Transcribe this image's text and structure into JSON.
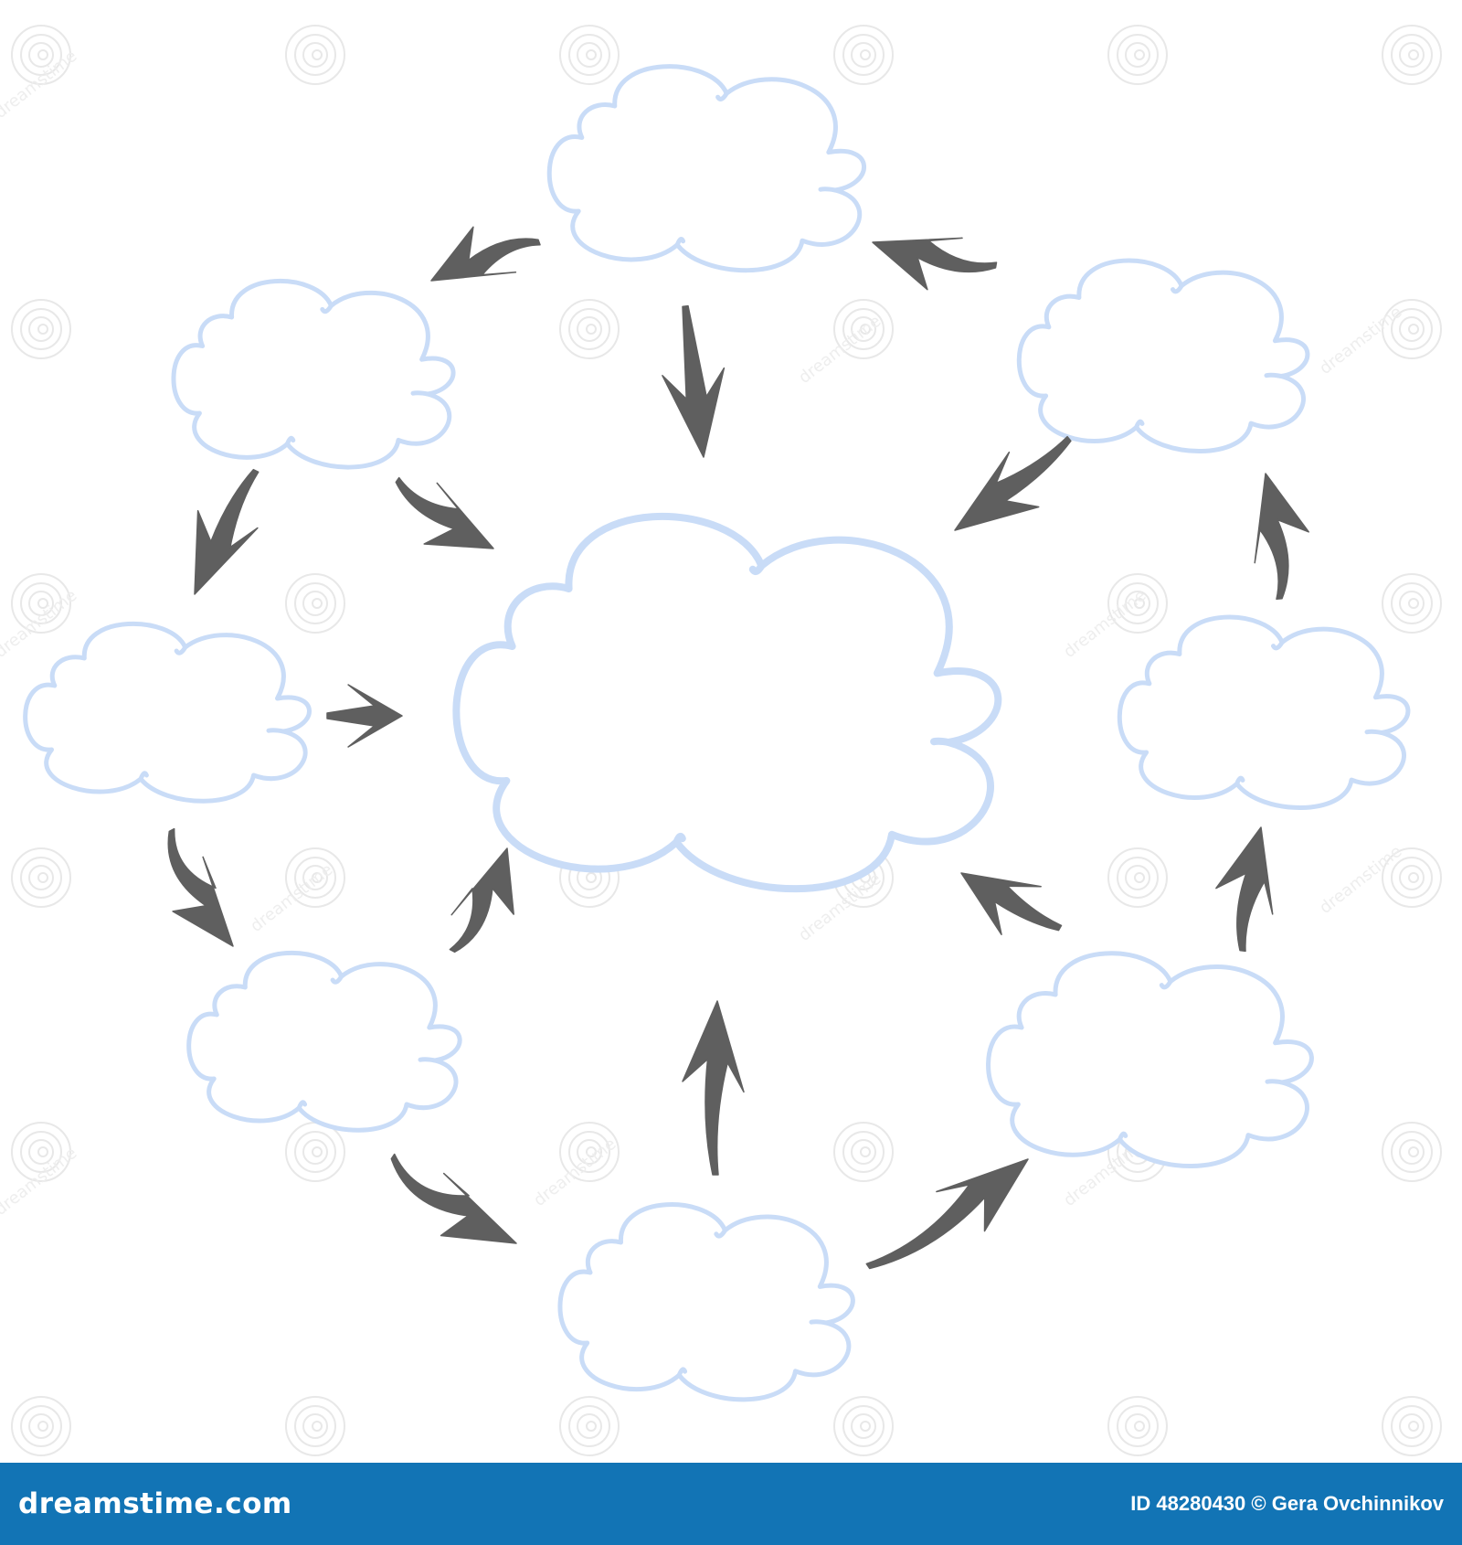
{
  "colors": {
    "cloud_outline": "#c9dcf7",
    "arrow_fill": "#5f5f5f",
    "background": "#ffffff",
    "footer_background": "#1274b5",
    "footer_text": "#ffffff",
    "watermark": "#e8e8e8"
  },
  "diagram": {
    "central_node": {
      "name": "center-cloud",
      "text": ""
    },
    "nodes": [
      {
        "name": "cloud-top",
        "text": ""
      },
      {
        "name": "cloud-upper-left",
        "text": ""
      },
      {
        "name": "cloud-upper-right",
        "text": ""
      },
      {
        "name": "cloud-left",
        "text": ""
      },
      {
        "name": "cloud-right",
        "text": ""
      },
      {
        "name": "cloud-lower-left",
        "text": ""
      },
      {
        "name": "cloud-lower-right",
        "text": ""
      },
      {
        "name": "cloud-bottom",
        "text": ""
      }
    ],
    "edges_to_center": [
      {
        "from": "cloud-top",
        "to": "center-cloud"
      },
      {
        "from": "cloud-upper-left",
        "to": "center-cloud"
      },
      {
        "from": "cloud-upper-right",
        "to": "center-cloud"
      },
      {
        "from": "cloud-left",
        "to": "center-cloud"
      },
      {
        "from": "cloud-lower-left",
        "to": "center-cloud"
      },
      {
        "from": "cloud-lower-right",
        "to": "center-cloud"
      },
      {
        "from": "cloud-bottom",
        "to": "center-cloud"
      }
    ],
    "cycle_edges": [
      {
        "from": "cloud-top",
        "to": "cloud-upper-left"
      },
      {
        "from": "cloud-upper-left",
        "to": "cloud-left"
      },
      {
        "from": "cloud-left",
        "to": "cloud-lower-left"
      },
      {
        "from": "cloud-lower-left",
        "to": "cloud-bottom"
      },
      {
        "from": "cloud-bottom",
        "to": "cloud-lower-right"
      },
      {
        "from": "cloud-lower-right",
        "to": "cloud-right"
      },
      {
        "from": "cloud-right",
        "to": "cloud-upper-right"
      },
      {
        "from": "cloud-upper-right",
        "to": "cloud-top"
      }
    ]
  },
  "watermark": {
    "text": "dreamstime"
  },
  "footer": {
    "logo": "dreamstime.com",
    "credit": "ID 48280430 © Gera Ovchinnikov"
  }
}
